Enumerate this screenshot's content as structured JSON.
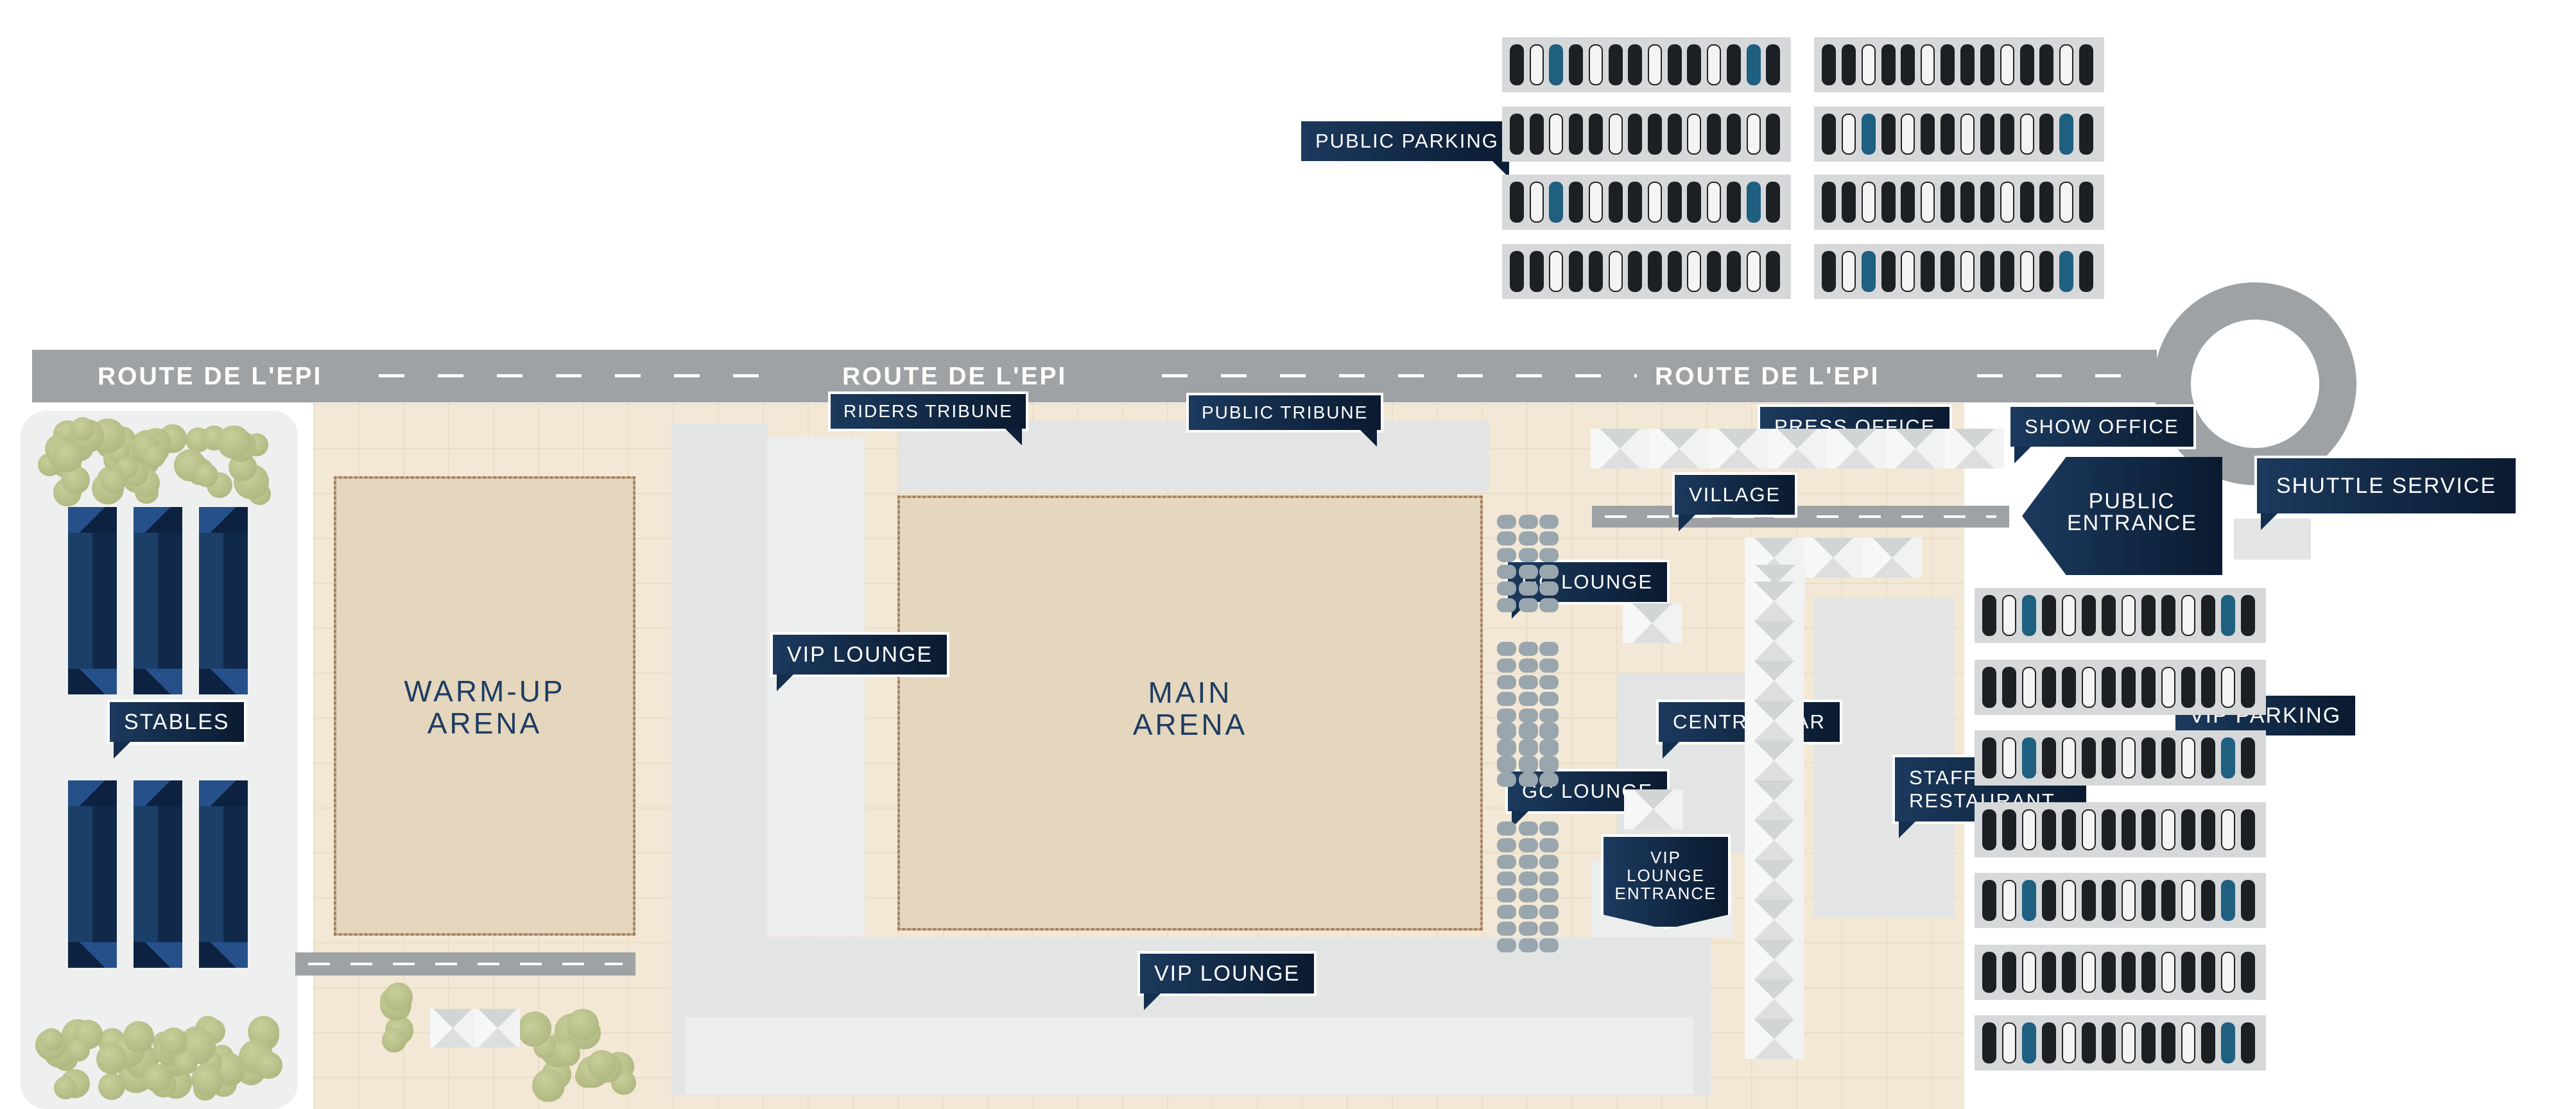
{
  "road": {
    "name_1": "ROUTE DE L'EPI",
    "name_2": "ROUTE DE L'EPI",
    "name_3": "ROUTE DE L'EPI",
    "color": "#9fa2a4"
  },
  "arenas": {
    "warmup": "WARM-UP\nARENA",
    "main": "MAIN\nARENA"
  },
  "labels": {
    "public_parking": "PUBLIC PARKING",
    "riders_tribune": "RIDERS TRIBUNE",
    "public_tribune": "PUBLIC TRIBUNE",
    "press_office": "PRESS OFFICE",
    "show_office": "SHOW OFFICE",
    "village": "VILLAGE",
    "public_entrance": "PUBLIC ENTRANCE",
    "shuttle_service": "SHUTTLE SERVICE",
    "gc_lounge_1": "GC LOUNGE",
    "vip_lounge_1": "VIP LOUNGE",
    "stables": "STABLES",
    "central_bar": "CENTRAL BAR",
    "vip_parking": "VIP PARKING",
    "gc_lounge_2": "GC LOUNGE",
    "staff_restaurant": "STAFF RESTAURANT",
    "vip_lounge_entrance": "VIP LOUNGE ENTRANCE",
    "vip_lounge_2": "VIP LOUNGE"
  },
  "colors": {
    "label_bg": "#14304f",
    "label_text": "#ffffff",
    "ground": "#f2e8d5",
    "arena_sand": "#e4d7bd",
    "stable_roof": "#1c3f68",
    "tree": "#b8bf88",
    "building": "#e3e5e5",
    "parking_lot": "#d6d8da",
    "car_accent": "#1f5f80"
  },
  "icons": {
    "car": "car-icon",
    "tree": "tree-icon",
    "tent": "tent-icon",
    "stable": "stable-building-icon"
  }
}
